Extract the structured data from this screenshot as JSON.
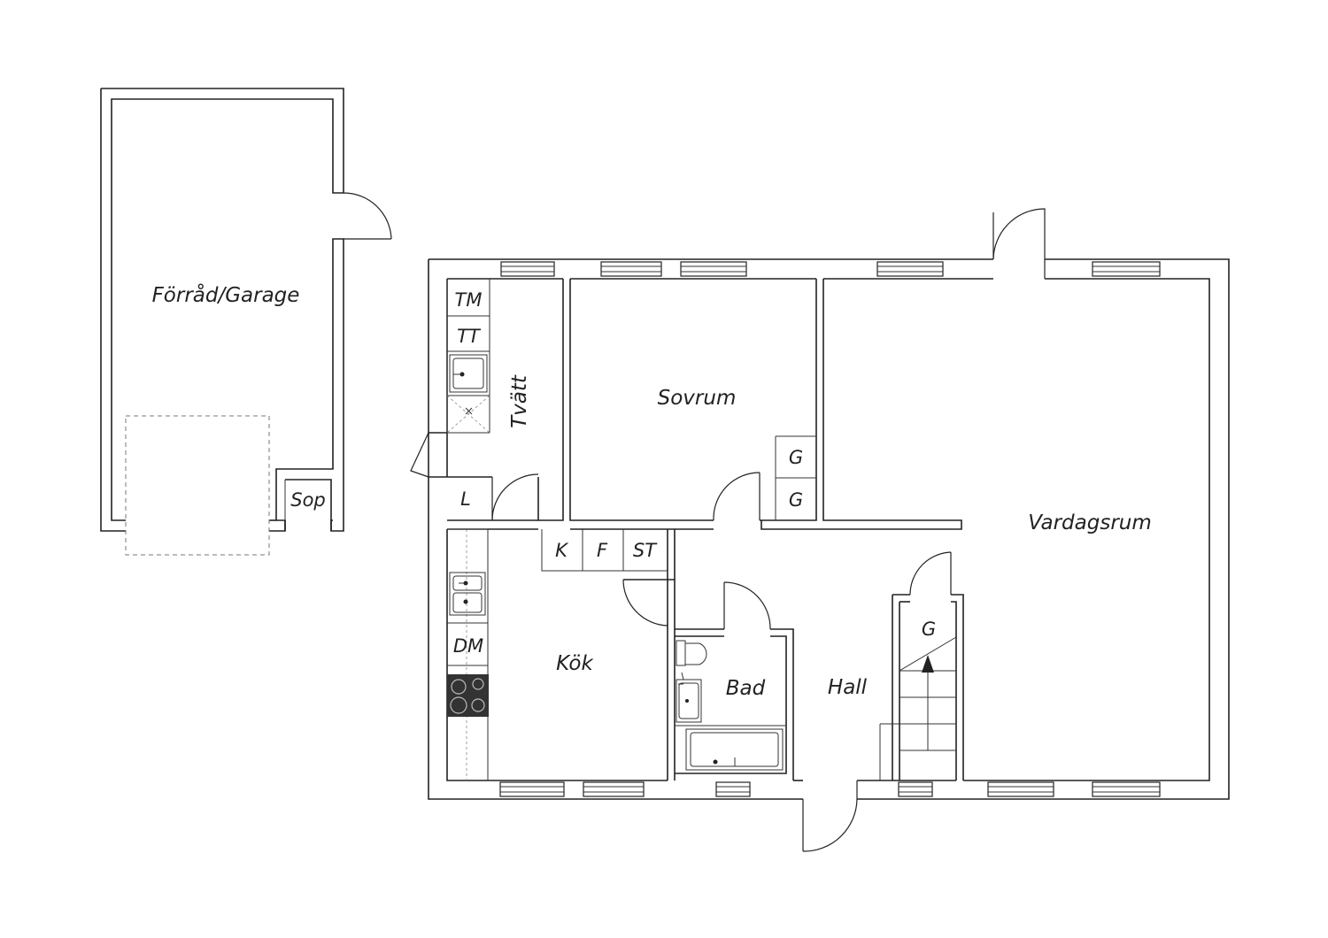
{
  "rooms": {
    "forrad": "Förråd/Garage",
    "sop": "Sop",
    "tvatt": "Tvätt",
    "sovrum": "Sovrum",
    "vardagsrum": "Vardagsrum",
    "kok": "Kök",
    "bad": "Bad",
    "hall": "Hall"
  },
  "fixtures": {
    "tm": "TM",
    "tt": "TT",
    "l": "L",
    "dm": "DM",
    "k": "K",
    "f": "F",
    "st": "ST",
    "g1": "G",
    "g2": "G",
    "g3": "G"
  }
}
